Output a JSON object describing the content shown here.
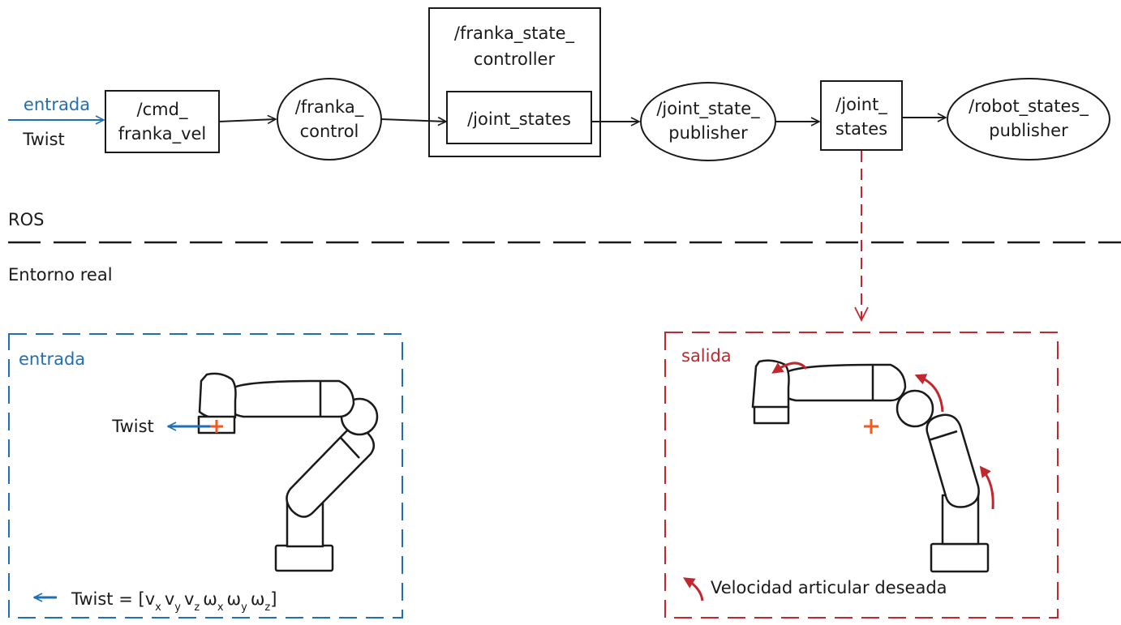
{
  "input_label": "entrada",
  "input_type": "Twist",
  "nodes": {
    "cmd_vel": [
      "/cmd_",
      "franka_vel"
    ],
    "franka_control": [
      "/franka_",
      "control"
    ],
    "state_controller": [
      "/franka_state_",
      "controller"
    ],
    "joint_states_inner": [
      "/joint_states"
    ],
    "joint_state_publisher": [
      "/joint_state_",
      "publisher"
    ],
    "joint_states_topic": [
      "/joint_",
      "states"
    ],
    "robot_states_publisher": [
      "/robot_states_",
      "publisher"
    ]
  },
  "divider": {
    "top_label": "ROS",
    "bottom_label": "Entorno real"
  },
  "left_panel": {
    "title": "entrada",
    "twist_label": "Twist",
    "legend": {
      "prefix": "Twist = [",
      "terms": [
        {
          "base": "v",
          "sub": "x"
        },
        {
          "base": "v",
          "sub": "y"
        },
        {
          "base": "v",
          "sub": "z"
        },
        {
          "base": "ω",
          "sub": "x"
        },
        {
          "base": "ω",
          "sub": "y"
        },
        {
          "base": "ω",
          "sub": "z"
        }
      ],
      "suffix": "]"
    }
  },
  "right_panel": {
    "title": "salida",
    "legend": "Velocidad articular deseada"
  },
  "colors": {
    "blue": "#1f6fb5",
    "red": "#c1272d",
    "orange": "#f05a22",
    "line": "#1a1a1a"
  }
}
